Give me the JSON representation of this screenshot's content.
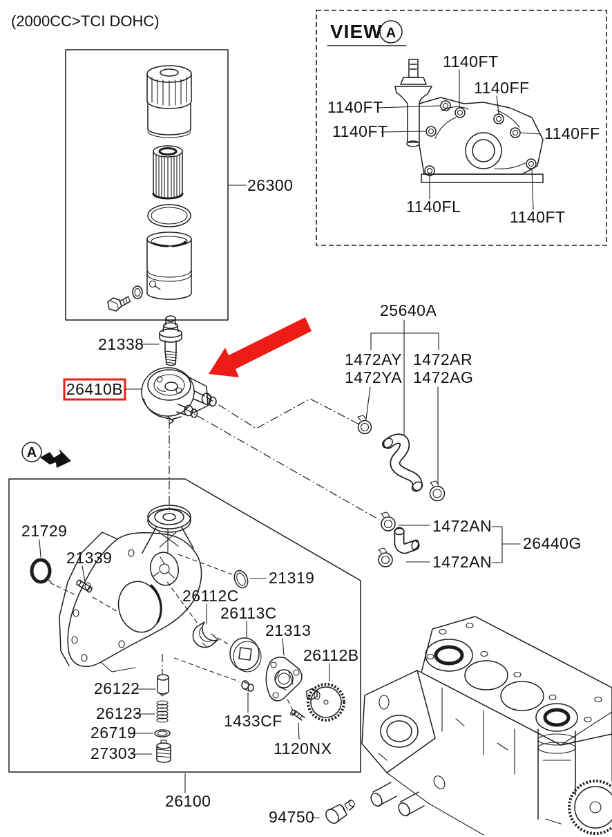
{
  "colors": {
    "highlight": "#ee1c16",
    "ink": "#1c1c1c",
    "background": "#ffffff"
  },
  "header": {
    "title": "(2000CC>TCI DOHC)"
  },
  "filter_box": {
    "label": "26300"
  },
  "cooler_group": {
    "union_bolt": "21338",
    "oil_cooler": "26410B"
  },
  "hose_group": {
    "water_hose": "25640A",
    "clamps_left": [
      "1472AY",
      "1472YA"
    ],
    "clamps_right": [
      "1472AR",
      "1472AG"
    ],
    "clamp_an_upper": "1472AN",
    "clamp_an_lower": "1472AN",
    "hose_assembly": "26440G"
  },
  "view_inset": {
    "title": "VIEW",
    "marker": "A",
    "labels": [
      "1140FT",
      "1140FF",
      "1140FT",
      "1140FT",
      "1140FF",
      "1140FL",
      "1140FT"
    ]
  },
  "pump_box": {
    "marker": "A",
    "front_seal": "21729",
    "dowel_pin": "21339",
    "oring": "21319",
    "bearing": "26112C",
    "inner_rotor": "26113C",
    "cover": "21313",
    "drive_gear": "26112B",
    "relief_plunger": "26122",
    "relief_spring": "26123",
    "gasket": "26719",
    "plug": "27303",
    "spring_pin": "1433CF",
    "bolt": "1120NX",
    "assembly": "26100"
  },
  "bottom": {
    "pressure_switch": "94750"
  }
}
